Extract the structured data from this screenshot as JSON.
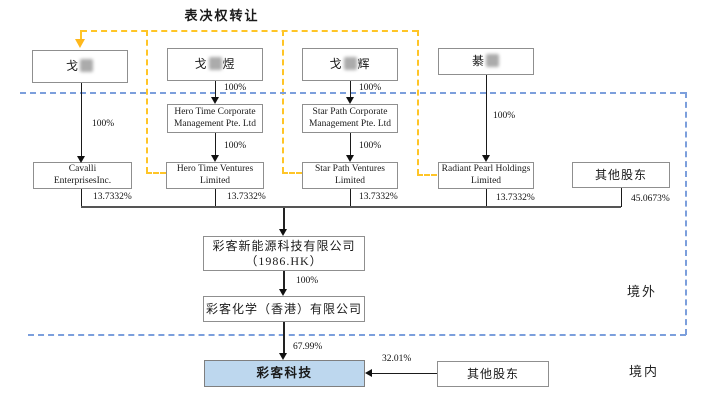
{
  "diagram_title": "表决权转让",
  "regions": {
    "offshore": "境外",
    "onshore": "境内"
  },
  "shareholders": {
    "person_ge_1": {
      "prefix": "戈",
      "suffix": "",
      "redacted": true
    },
    "person_ge_yu": {
      "prefix": "戈",
      "suffix": "煜",
      "redacted": true
    },
    "person_ge_hui": {
      "prefix": "戈",
      "suffix": "辉",
      "redacted": true
    },
    "person_qi": {
      "prefix": "綦",
      "suffix": "",
      "redacted": true
    }
  },
  "companies": {
    "hero_time_corp": "Hero Time Corporate\nManagement Pte. Ltd",
    "star_path_corp": "Star Path Corporate\nManagement Pte. Ltd",
    "cavalli": "Cavalli\nEnterprisesInc.",
    "hero_time_ventures": "Hero Time Ventures\nLimited",
    "star_path_ventures": "Star Path Ventures\nLimited",
    "radiant_pearl": "Radiant Pearl Holdings\nLimited",
    "other_shareholders_offshore": "其他股东",
    "caike_new_energy": "彩客新能源科技有限公司\n（1986.HK）",
    "caike_chemical_hk": "彩客化学（香港）有限公司",
    "caike_technology": "彩客科技",
    "other_shareholders_onshore": "其他股东"
  },
  "ownership": {
    "ge1_to_cavalli": "100%",
    "geyu_to_hero_corp": "100%",
    "hero_corp_to_hero_ventures": "100%",
    "gehui_to_star_corp": "100%",
    "star_corp_to_star_ventures": "100%",
    "qi_to_radiant": "100%",
    "cavalli_stake": "13.7332%",
    "hero_ventures_stake": "13.7332%",
    "star_ventures_stake": "13.7332%",
    "radiant_stake": "13.7332%",
    "others_offshore_stake": "45.0673%",
    "new_energy_to_hk": "100%",
    "hk_to_technology": "67.99%",
    "others_onshore_stake": "32.01%"
  },
  "colors": {
    "highlight_box_fill": "#BDD7EE",
    "voting_transfer_dash": "#FFC527",
    "border_region_dash": "#7C9FDC"
  }
}
